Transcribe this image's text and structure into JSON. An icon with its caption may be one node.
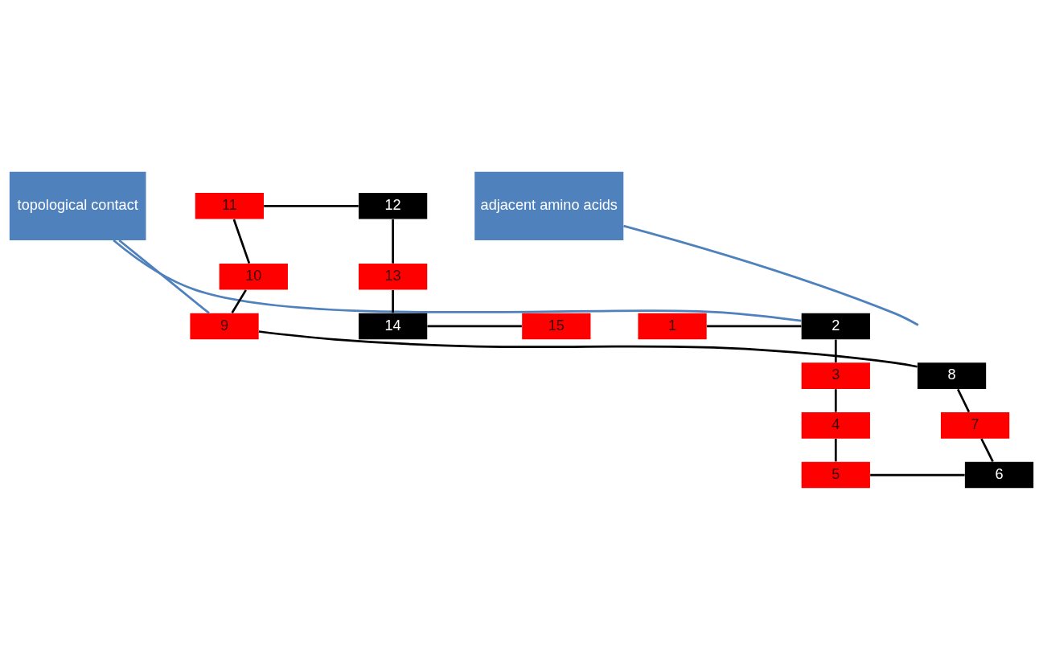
{
  "diagram": {
    "nodes": [
      {
        "text": [
          "topological contact"
        ]
      },
      {
        "text": [
          "adjacent amino acids"
        ]
      },
      {
        "text": [
          "1"
        ]
      },
      {
        "text": [
          "2"
        ]
      },
      {
        "text": [
          "3"
        ]
      },
      {
        "text": [
          "4"
        ]
      },
      {
        "text": [
          "5"
        ]
      },
      {
        "text": [
          "6"
        ]
      },
      {
        "text": [
          "7"
        ]
      },
      {
        "text": [
          "8"
        ]
      },
      {
        "text": [
          "9"
        ]
      },
      {
        "text": [
          "10"
        ]
      },
      {
        "text": [
          "11"
        ]
      },
      {
        "text": [
          "12"
        ]
      },
      {
        "text": [
          "13"
        ]
      },
      {
        "text": [
          "14"
        ]
      },
      {
        "text": [
          "15"
        ]
      }
    ],
    "edges": [
      {
        "from": 2,
        "to": 3,
        "arrow": "none"
      },
      {
        "from": 3,
        "to": 4,
        "arrow": "none"
      },
      {
        "from": 4,
        "to": 5,
        "arrow": "none"
      },
      {
        "from": 5,
        "to": 6,
        "arrow": "none"
      },
      {
        "from": 6,
        "to": 7,
        "arrow": "none"
      },
      {
        "from": 7,
        "to": 8,
        "arrow": "none"
      },
      {
        "from": 8,
        "to": 9,
        "arrow": "none"
      },
      {
        "from": 9,
        "to": 10,
        "arrow": "none"
      },
      {
        "from": 10,
        "to": 11,
        "arrow": "none"
      },
      {
        "from": 11,
        "to": 12,
        "arrow": "none"
      },
      {
        "from": 12,
        "to": 13,
        "arrow": "none"
      },
      {
        "from": 13,
        "to": 14,
        "arrow": "none"
      },
      {
        "from": 14,
        "to": 15,
        "arrow": "none"
      },
      {
        "from": 15,
        "to": 16,
        "arrow": "none"
      },
      {
        "from": 0,
        "to": 3,
        "arrow": "none",
        "color": "#4f81bd"
      },
      {
        "from": 0,
        "to": 10,
        "arrow": "none",
        "color": "#4f81bd"
      },
      {
        "from": 1,
        "to": null,
        "arrow": "none",
        "color": "#4f81bd"
      }
    ]
  }
}
